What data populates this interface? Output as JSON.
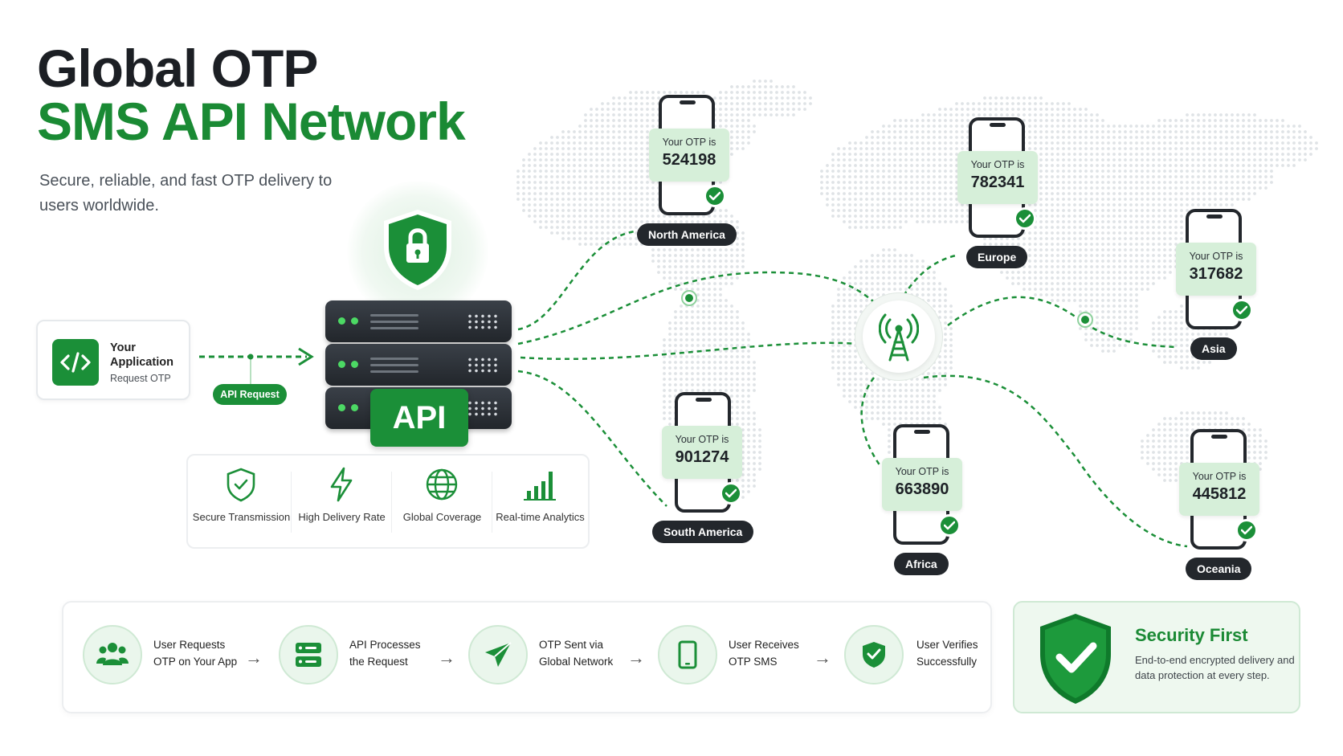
{
  "heading": {
    "line1": "Global OTP",
    "line2": "SMS API Network",
    "subtitle": "Secure, reliable, and fast OTP delivery to users worldwide."
  },
  "app_card": {
    "title": "Your Application",
    "subtitle": "Request OTP",
    "icon": "code-icon"
  },
  "api_request_label": "API Request",
  "server": {
    "badge": "API",
    "icon": "lock-shield-icon"
  },
  "features": [
    {
      "label": "Secure Transmission",
      "icon": "shield-check-icon"
    },
    {
      "label": "High Delivery Rate",
      "icon": "lightning-icon"
    },
    {
      "label": "Global Coverage",
      "icon": "globe-icon"
    },
    {
      "label": "Real-time Analytics",
      "icon": "bar-chart-icon"
    }
  ],
  "otp_label": "Your OTP is",
  "regions": [
    {
      "name": "North America",
      "code": "524198"
    },
    {
      "name": "Europe",
      "code": "782341"
    },
    {
      "name": "Asia",
      "code": "317682"
    },
    {
      "name": "South America",
      "code": "901274"
    },
    {
      "name": "Africa",
      "code": "663890"
    },
    {
      "name": "Oceania",
      "code": "445812"
    }
  ],
  "tower_icon": "signal-tower-icon",
  "steps": [
    {
      "line1": "User Requests",
      "line2": "OTP on Your App",
      "icon": "users-icon"
    },
    {
      "line1": "API Processes",
      "line2": "the Request",
      "icon": "server-icon"
    },
    {
      "line1": "OTP Sent via",
      "line2": "Global Network",
      "icon": "paper-plane-icon"
    },
    {
      "line1": "User Receives",
      "line2": "OTP SMS",
      "icon": "smartphone-icon"
    },
    {
      "line1": "User Verifies",
      "line2": "Successfully",
      "icon": "shield-check-icon"
    }
  ],
  "security": {
    "title": "Security First",
    "description": "End-to-end encrypted delivery and data protection at every step."
  },
  "colors": {
    "brand_green": "#1b8f38",
    "dark": "#23272c",
    "light_green": "#d6efd9"
  }
}
